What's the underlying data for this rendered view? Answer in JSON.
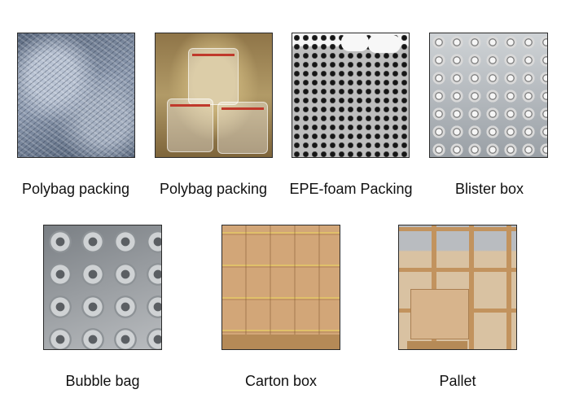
{
  "items": [
    {
      "caption": "Polybag packing",
      "photo": "polybag-screws-photo"
    },
    {
      "caption": "Polybag packing",
      "photo": "polybag-brass-fittings-photo"
    },
    {
      "caption": "EPE-foam Packing",
      "photo": "epe-foam-tray-photo"
    },
    {
      "caption": "Blister box",
      "photo": "blister-box-photo"
    },
    {
      "caption": "Bubble bag",
      "photo": "bubble-bag-washers-photo"
    },
    {
      "caption": "Carton box",
      "photo": "carton-boxes-on-pallet-photo"
    },
    {
      "caption": "Pallet",
      "photo": "wooden-crate-pallet-photo"
    }
  ]
}
